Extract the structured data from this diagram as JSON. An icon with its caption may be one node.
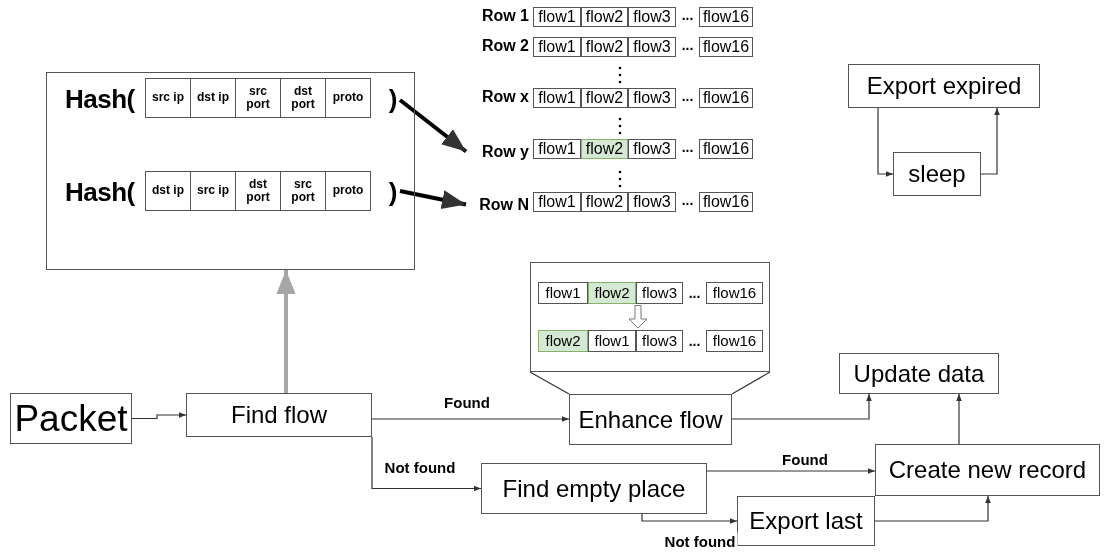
{
  "diagram": {
    "nodes": [
      {
        "text": [],
        "shape": "box"
      },
      {
        "text": [
          "Hash(",
          ")"
        ],
        "in": 0
      },
      {
        "text": [
          "Hash(",
          ")"
        ],
        "in": 0
      },
      {
        "text": [
          "Row y"
        ]
      },
      {
        "text": [
          "Row N"
        ]
      },
      {
        "text": [
          "Export expired"
        ]
      },
      {
        "text": [
          "sleep"
        ]
      },
      {
        "text": [],
        "shape": "box"
      },
      {
        "text": [
          "Packet"
        ]
      },
      {
        "text": [
          "Find flow"
        ]
      },
      {
        "text": [
          "Enhance flow"
        ]
      },
      {
        "text": [
          "Update data"
        ]
      },
      {
        "text": [
          "Find empty place"
        ]
      },
      {
        "text": [
          "Create new record"
        ]
      },
      {
        "text": [
          "Export last"
        ]
      }
    ],
    "edges": [
      {
        "from": 1,
        "to": 3,
        "arrow": "to",
        "style": "thick"
      },
      {
        "from": 2,
        "to": 4,
        "arrow": "to",
        "style": "thick"
      },
      {
        "from": 5,
        "to": 6,
        "arrow": "to"
      },
      {
        "from": 6,
        "to": 5,
        "arrow": "to"
      },
      {
        "from": 8,
        "to": 9,
        "arrow": "to"
      },
      {
        "from": 9,
        "to": 0,
        "arrow": "to",
        "style": "thick",
        "color": "#a6a6a6"
      },
      {
        "from": 9,
        "to": 10,
        "arrow": "to",
        "label": "Found"
      },
      {
        "from": 9,
        "to": 12,
        "arrow": "to",
        "label": "Not found"
      },
      {
        "from": 7,
        "to": 10,
        "arrow": "none"
      },
      {
        "from": 7,
        "to": 10,
        "arrow": "none"
      },
      {
        "from": 10,
        "to": 11,
        "arrow": "to"
      },
      {
        "from": 12,
        "to": 13,
        "arrow": "to",
        "label": "Found"
      },
      {
        "from": 12,
        "to": 14,
        "arrow": "to",
        "label": "Not found"
      },
      {
        "from": 14,
        "to": 13,
        "arrow": "to"
      },
      {
        "from": 13,
        "to": 11,
        "arrow": "to"
      }
    ],
    "labels": [
      "Row 1",
      "flow1",
      "flow2",
      "flow3",
      "...",
      "flow16",
      "Row 2",
      "flow1",
      "flow2",
      "flow3",
      "...",
      "flow16",
      "src ip",
      "dst ip",
      "src port",
      "dst port",
      "proto",
      "Row x",
      "flow1",
      "flow2",
      "flow3",
      "...",
      "flow16",
      "flow1",
      "flow2",
      "flow3",
      "...",
      "flow16",
      "dst ip",
      "src ip",
      "dst port",
      "src port",
      "proto",
      "flow1",
      "flow2",
      "flow3",
      "...",
      "flow16",
      "flow1",
      "flow2",
      "flow3",
      "...",
      "flow16",
      "flow2",
      "flow1",
      "flow3",
      "...",
      "flow16"
    ]
  }
}
